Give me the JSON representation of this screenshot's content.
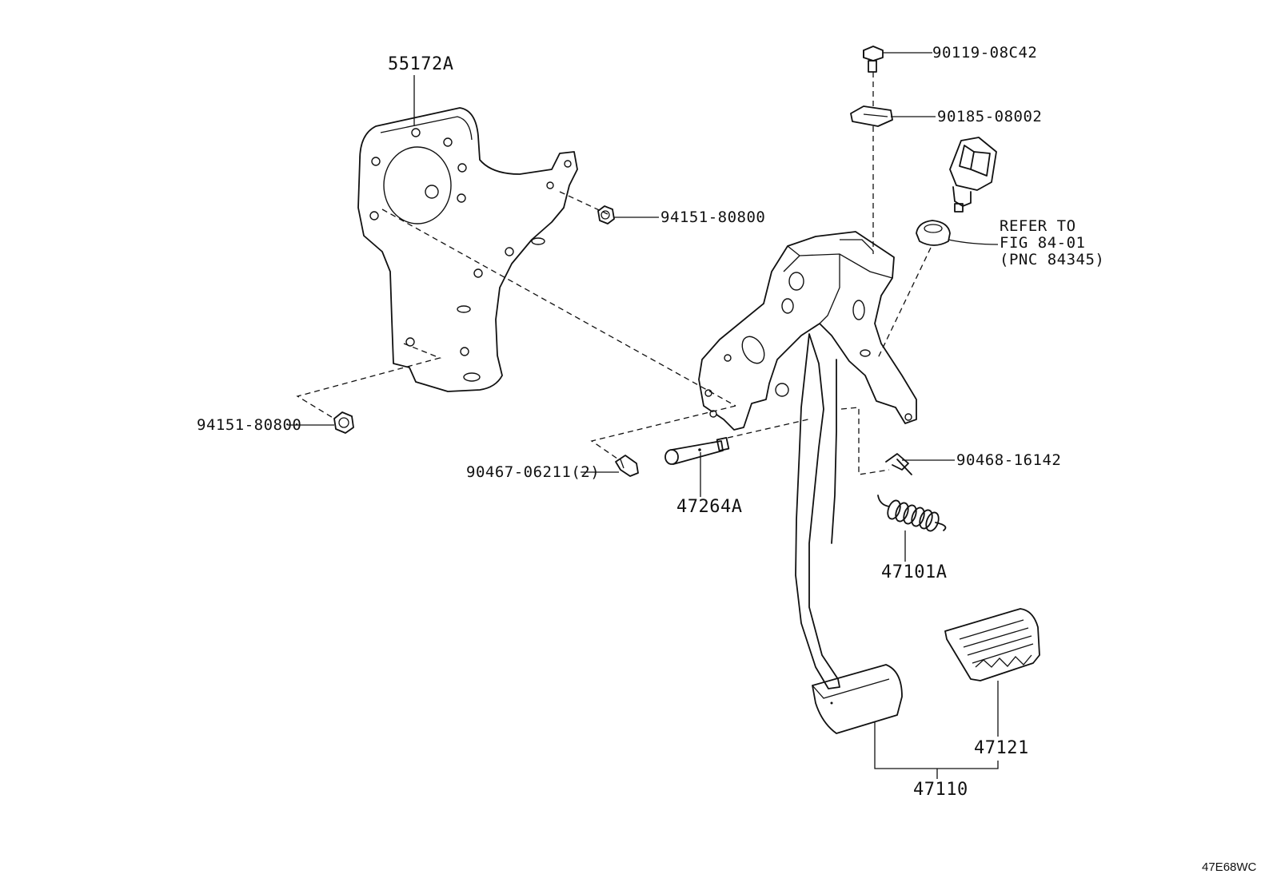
{
  "diagram": {
    "labels": {
      "bracket": "55172A",
      "bolt_top": "90119-08C42",
      "clip_nut": "90185-08002",
      "refer_line1": "REFER TO",
      "refer_line2": "FIG 84-01",
      "refer_line3": "(PNC 84345)",
      "nut_upper": "94151-80800",
      "nut_lower": "94151-80800",
      "clip_pair": "90467-06211(2)",
      "pin": "47264A",
      "clip_pin": "90468-16142",
      "spring": "47101A",
      "pad": "47121",
      "pedal": "47110"
    },
    "diagram_code": "47E68WC"
  }
}
